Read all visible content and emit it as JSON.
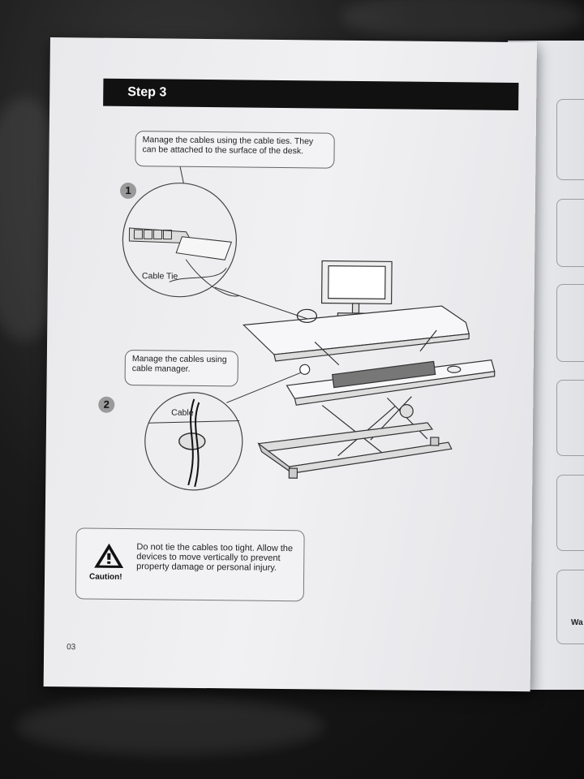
{
  "step": {
    "title": "Step 3"
  },
  "callouts": {
    "cable_ties": "Manage the cables using the cable ties. They can be attached to the surface of the desk.",
    "cable_manager": "Manage the cables using cable manager."
  },
  "badges": {
    "one": "1",
    "two": "2"
  },
  "labels": {
    "cable_tie": "Cable Tie",
    "cable": "Cable"
  },
  "caution": {
    "label": "Caution!",
    "text": "Do not tie the cables too tight. Allow the devices to move vertically to prevent property damage or personal injury."
  },
  "page_number": "03",
  "right_page": {
    "partial_text": "Wa"
  }
}
